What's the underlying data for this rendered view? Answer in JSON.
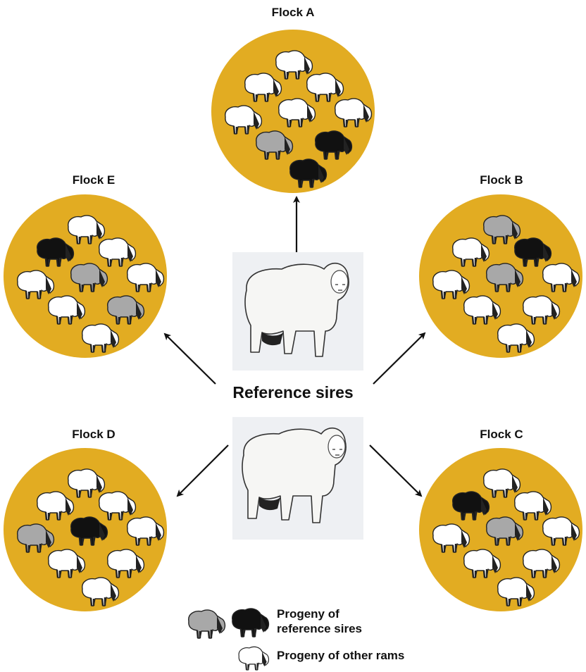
{
  "center_label": "Reference sires",
  "colors": {
    "flock_fill": "#e2ac22",
    "white_sheep": "#ffffff",
    "gray_sheep": "#a8a8a8",
    "black_sheep": "#111111",
    "arrow": "#111111"
  },
  "flocks": [
    {
      "title": "Flock A",
      "sheep": [
        "white",
        "white",
        "white",
        "white",
        "white",
        "white",
        "gray",
        "black",
        "black"
      ]
    },
    {
      "title": "Flock B",
      "sheep": [
        "gray",
        "white",
        "black",
        "white",
        "gray",
        "white",
        "white",
        "white",
        "white"
      ]
    },
    {
      "title": "Flock C",
      "sheep": [
        "white",
        "black",
        "white",
        "white",
        "gray",
        "white",
        "white",
        "white",
        "white"
      ]
    },
    {
      "title": "Flock D",
      "sheep": [
        "white",
        "white",
        "white",
        "gray",
        "black",
        "white",
        "white",
        "white",
        "white"
      ]
    },
    {
      "title": "Flock E",
      "sheep": [
        "white",
        "black",
        "white",
        "white",
        "gray",
        "white",
        "white",
        "gray",
        "white"
      ]
    }
  ],
  "legend": {
    "reference_progeny_label_line1": "Progeny of",
    "reference_progeny_label_line2": "reference sires",
    "other_progeny_label": "Progeny of other rams"
  }
}
